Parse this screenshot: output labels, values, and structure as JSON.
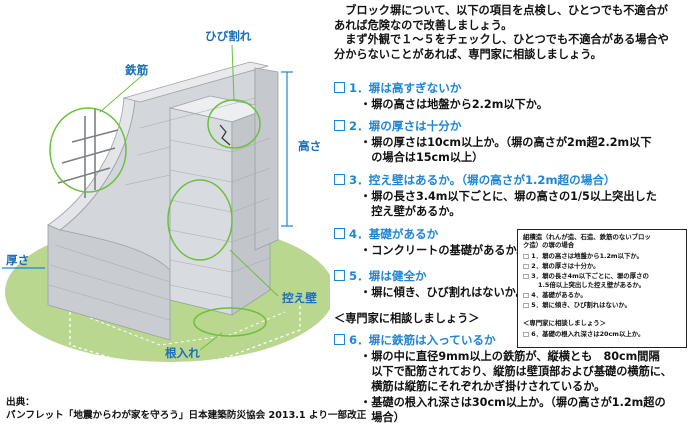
{
  "intro": {
    "lines": [
      "　ブロック塀について、以下の項目を点検し、ひとつでも不適合が",
      "あれば危険なので改善しましょう。",
      "　まず外観で１～５をチェックし、ひとつでも不適合がある場合や",
      "分からないことがあれば、専門家に相談しましょう。"
    ]
  },
  "checks": [
    {
      "heading": "1．塀は高すぎないか",
      "lines": [
        "・塀の高さは地盤から2.2m以下か。"
      ]
    },
    {
      "heading": "2．塀の厚さは十分か",
      "lines": [
        "・塀の厚さは10cm以上か。（塀の高さが2m超2.2m以下",
        "　の場合は15cm以上）"
      ]
    },
    {
      "heading": "3．控え壁はあるか。（塀の高さが1.2m超の場合）",
      "lines": [
        "・塀の長さ3.4m以下ごとに、塀の高さの1/5以上突出した",
        "　控え壁があるか。"
      ]
    },
    {
      "heading": "4．基礎があるか",
      "lines": [
        "・コンクリートの基礎があるか。"
      ]
    },
    {
      "heading": "5．塀は健全か",
      "lines": [
        "・塀に傾き、ひび割れはないか。"
      ]
    }
  ],
  "consult": "＜専門家に相談しましょう＞",
  "check6": {
    "heading": "6．塀に鉄筋は入っているか",
    "lines": [
      "・塀の中に直径9mm以上の鉄筋が、縦横とも　80cm間隔",
      "　以下で配筋されており、縦筋は壁頂部および基礎の横筋に、",
      "　横筋は縦筋にそれぞれかぎ掛けされているか。",
      "・基礎の根入れ深さは30cm以上か。（塀の高さが1.2m超の",
      "　場合）"
    ]
  },
  "diagram_labels": {
    "crack": "ひび割れ",
    "rebar": "鉄筋",
    "height": "高さ",
    "thickness": "厚さ",
    "buttress": "控え壁",
    "embed": "根入れ"
  },
  "source": {
    "label": "出典：",
    "text": "パンフレット「地震からわが家を守ろう」日本建築防災協会 2013.1 より一部改正"
  },
  "sidebox": {
    "title_lines": [
      "組積造（れんが造、石造、鉄筋のないブロッ",
      "ク造）の塀の場合"
    ],
    "items": [
      "□ 1．塀の高さは地盤から1.2m以下か。",
      "□ 2．塀の厚さは十分か。",
      "□ 3．塀の長さ4m以下ごとに、塀の厚さの",
      "　　 1.5倍以上突出した控え壁があるか。",
      "□ 4．基礎があるか。",
      "□ 5．塀に傾き、ひび割れはないか。"
    ],
    "consult": "＜専門家に相談しましょう＞",
    "item6": "□ 6．基礎の根入れ深さは20cm以上か。"
  },
  "colors": {
    "accent": "#1f86d6",
    "label": "#1a6fb8",
    "ground": "#b9d78f",
    "wall": "#d6d9dd",
    "ring": "#6cbf3e"
  }
}
